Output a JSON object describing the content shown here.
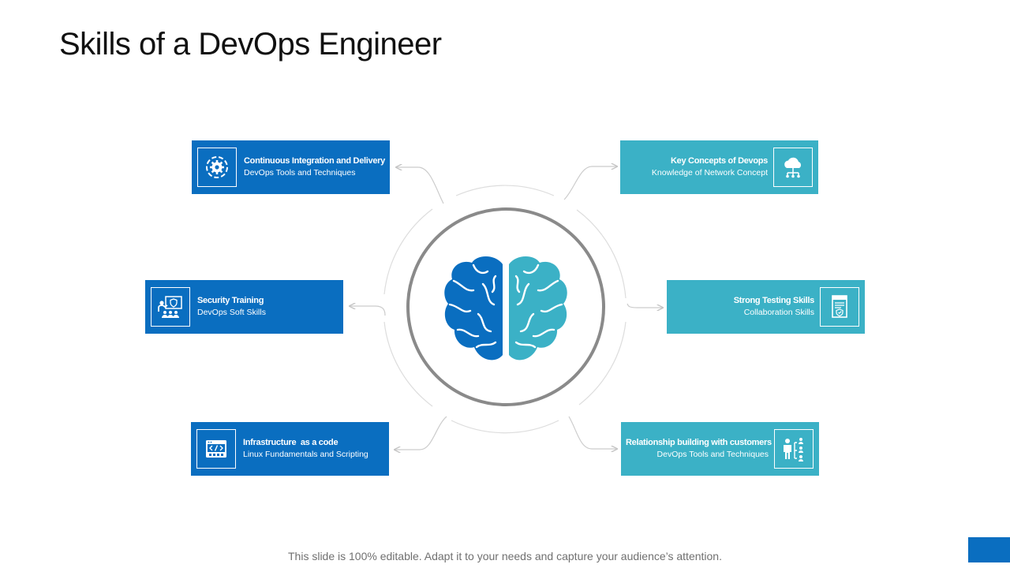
{
  "title": "Skills of a DevOps Engineer",
  "footer": "This slide is 100% editable. Adapt it to your needs and capture your audience’s attention.",
  "colors": {
    "blue": "#0a6ec0",
    "teal": "#3bb1c6",
    "ring": "#8a8a8a",
    "connector": "#cccccc"
  },
  "center_icon": "brain-icon",
  "cards": [
    {
      "heading": "Continuous Integration and Delivery",
      "sub": "DevOps Tools and Techniques",
      "icon": "gear-cycle-icon"
    },
    {
      "heading": "Key Concepts of Devops",
      "sub": "Knowledge of Network Concept",
      "icon": "cloud-network-icon"
    },
    {
      "heading": "Security Training",
      "sub": "DevOps Soft Skills",
      "icon": "security-presentation-icon"
    },
    {
      "heading": "Strong Testing Skills",
      "sub": "Collaboration Skills",
      "icon": "test-document-icon"
    },
    {
      "heading": "Infrastructure  as a code",
      "sub": "Linux Fundamentals and Scripting",
      "icon": "code-window-icon"
    },
    {
      "heading": "Relationship building with customers",
      "sub": "DevOps Tools and Techniques",
      "icon": "customer-relationship-icon"
    }
  ]
}
